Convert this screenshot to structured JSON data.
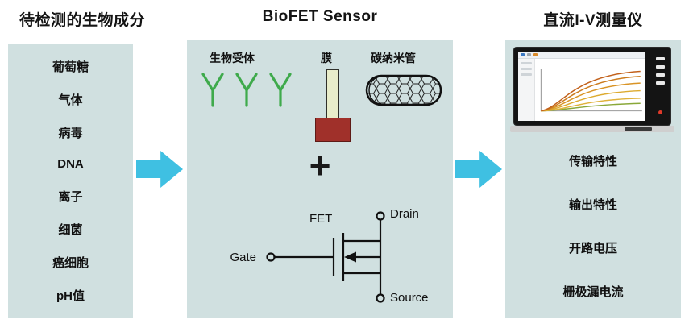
{
  "titles": {
    "left": "待检测的生物成分",
    "middle": "BioFET Sensor",
    "right": "直流I-V测量仪"
  },
  "left_panel": {
    "items": [
      "葡萄糖",
      "气体",
      "病毒",
      "DNA",
      "离子",
      "细菌",
      "癌细胞",
      "pH值"
    ]
  },
  "middle_panel": {
    "receptor_label": "生物受体",
    "membrane_label": "膜",
    "nanotube_label": "碳纳米管",
    "plus": "+",
    "fet_label": "FET",
    "gate_label": "Gate",
    "drain_label": "Drain",
    "source_label": "Source"
  },
  "right_panel": {
    "items": [
      "传输特性",
      "输出特性",
      "开路电压",
      "栅极漏电流"
    ]
  },
  "colors": {
    "panel_bg": "#d0e0e0",
    "arrow": "#3fc0e2",
    "antibody_green": "#3faa4c",
    "membrane_fill": "#e9edca",
    "membrane_base": "#a0302a",
    "led_red": "#e03a2a"
  }
}
